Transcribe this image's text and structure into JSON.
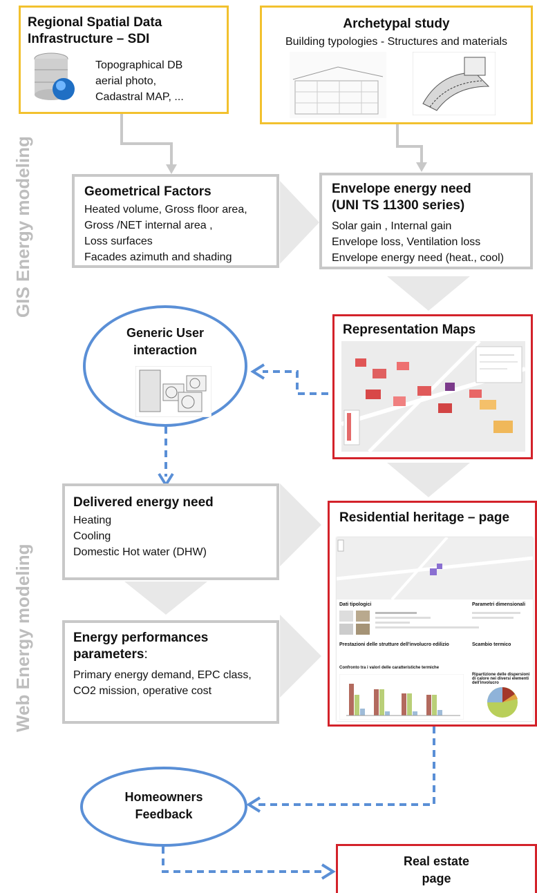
{
  "side_labels": {
    "gis": "GIS Energy modeling",
    "web": "Web Energy modeling"
  },
  "sdi": {
    "title_line1": "Regional Spatial Data",
    "title_line2": "Infrastructure – SDI",
    "lines": [
      "Topographical DB",
      "aerial photo,",
      "Cadastral MAP, ..."
    ]
  },
  "archetypal": {
    "title": "Archetypal study",
    "subtitle": "Building typologies -  Structures and materials"
  },
  "geometrical": {
    "title": "Geometrical Factors",
    "lines": [
      "Heated volume, Gross floor area,",
      "Gross /NET internal area ,",
      "Loss surfaces",
      "Facades azimuth and shading"
    ]
  },
  "envelope": {
    "title_line1": "Envelope energy need",
    "title_line2": "(UNI TS 11300 series)",
    "lines": [
      "Solar gain , Internal gain",
      "Envelope loss, Ventilation loss",
      "Envelope energy need (heat., cool)"
    ]
  },
  "representation": {
    "title": "Representation Maps"
  },
  "generic_user": {
    "line1": "Generic User",
    "line2": "interaction"
  },
  "delivered": {
    "title": "Delivered  energy need",
    "lines": [
      "Heating",
      "Cooling",
      "Domestic Hot water (DHW)"
    ]
  },
  "residential": {
    "title": "Residential heritage – page",
    "section1": "Dati tipologici",
    "section2": "Parametri dimensionali",
    "section3": "Prestazioni delle strutture dell'involucro edilizio",
    "section4": "Scambio termico",
    "section5": "Confronto tra i valori delle caratteristiche termiche",
    "section6": "Ripartizione delle dispersioni di calore nei diversi elementi dell'involucro"
  },
  "energy_perf": {
    "title_line1": "Energy performances",
    "title_line2": "parameters",
    "title_suffix": ":",
    "lines": [
      "Primary energy demand, EPC class,",
      "CO2 mission, operative cost"
    ]
  },
  "homeowners": {
    "line1": "Homeowners",
    "line2": "Feedback"
  },
  "real_estate": {
    "line1": "Real estate",
    "line2": "page"
  },
  "colors": {
    "yellow_border": "#f2c12e",
    "grey_border": "#c8c8c8",
    "red_border": "#d3222a",
    "blue": "#5a8fd6",
    "chevron": "#e6e6e6"
  }
}
